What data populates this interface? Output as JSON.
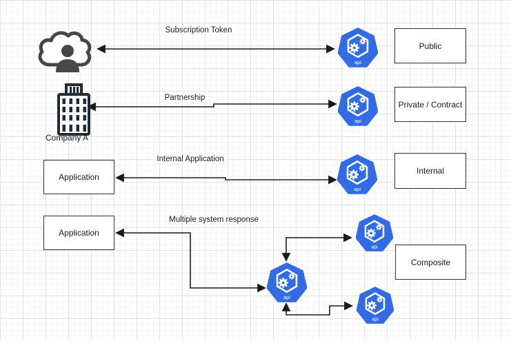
{
  "diagram": {
    "api_label": "api",
    "nodes": {
      "company_label": "Company A",
      "application_top_label": "Application",
      "application_bottom_label": "Application",
      "public_label": "Public",
      "private_label": "Private / Contract",
      "internal_label": "Internal",
      "composite_label": "Composite"
    },
    "edge_labels": {
      "subscription": "Subscription Token",
      "partnership": "Partnership",
      "internal_app": "Internal Application",
      "multi_response": "Multiple system response"
    },
    "icons": {
      "consumer": "cloud-user-icon",
      "company": "building-icon",
      "api": "kubernetes-api-icon"
    },
    "colors": {
      "api_blue": "#326CE5",
      "arrow": "#1a1a1a",
      "consumer_gray": "#474747",
      "building_dark": "#1f2c38",
      "box_border": "#2e2e2e",
      "grid_minor": "#f4f4f4",
      "grid_major": "#e3e3e3"
    }
  }
}
